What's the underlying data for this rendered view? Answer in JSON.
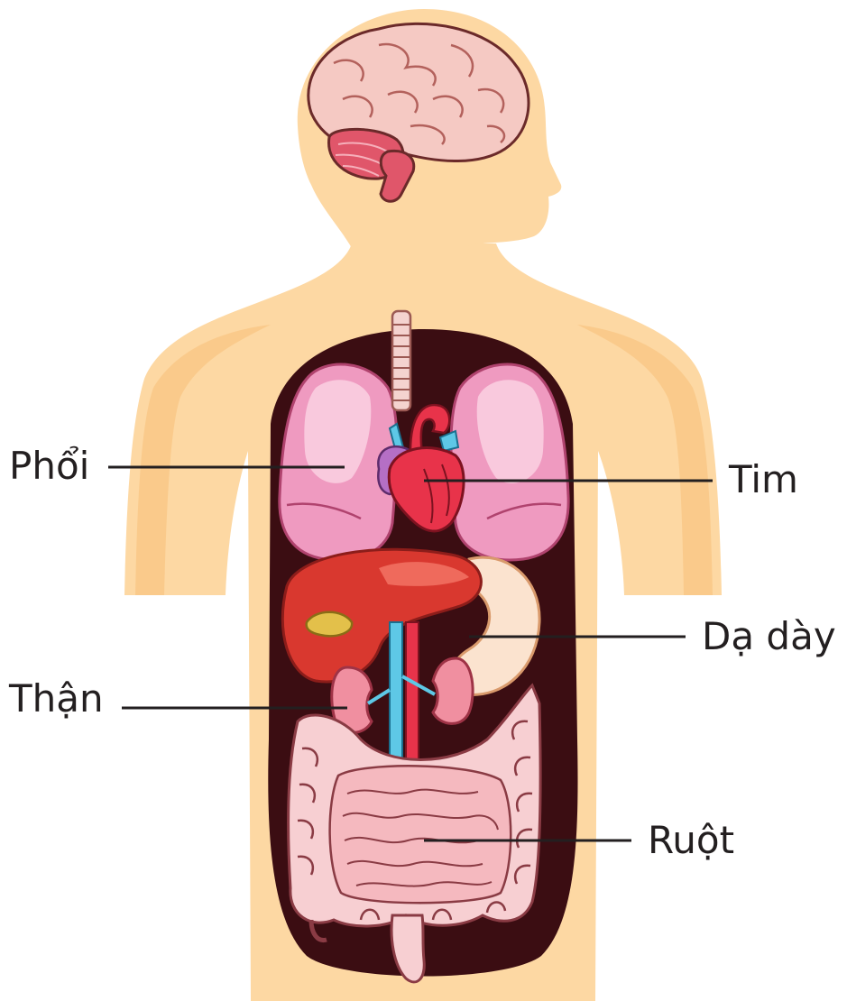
{
  "diagram": {
    "labels": {
      "lungs": "Phổi",
      "heart": "Tim",
      "stomach": "Dạ dày",
      "kidneys": "Thận",
      "intestines": "Ruột"
    },
    "colors": {
      "skin": "#fdd8a3",
      "skin_shadow": "#f9c17c",
      "cavity": "#3b0d12",
      "lung": "#ef9ac0",
      "lung_light": "#f9c9dd",
      "heart": "#e8334a",
      "vessel_blue": "#5ec8e6",
      "liver": "#d9382f",
      "stomach": "#fbe3cf",
      "kidney": "#f08fa0",
      "intestine": "#f7cfd2",
      "brain": "#f5c9c3",
      "cerebellum": "#e0566a",
      "trachea": "#f4d3cf",
      "label_text": "#231f20"
    }
  }
}
